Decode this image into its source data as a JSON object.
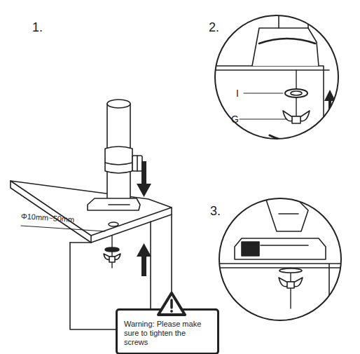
{
  "diagram": {
    "nodes": [
      {
        "text": [
          "Warning: Please make sure to tighten the screws"
        ]
      }
    ],
    "edges": [],
    "labels": [
      "1.",
      "2.",
      "3.",
      "Φ10mm~50mm",
      "I",
      "G"
    ]
  }
}
